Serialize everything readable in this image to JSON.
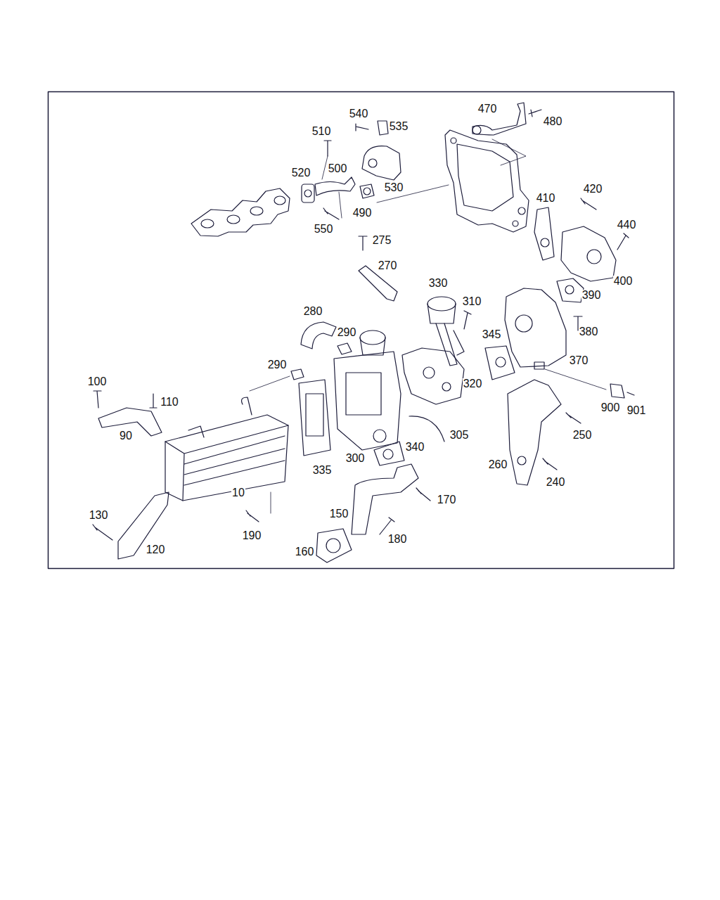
{
  "diagram": {
    "labels": [
      "470",
      "540",
      "535",
      "480",
      "510",
      "500",
      "520",
      "530",
      "410",
      "420",
      "490",
      "550",
      "440",
      "275",
      "270",
      "400",
      "330",
      "310",
      "390",
      "280",
      "290",
      "345",
      "380",
      "290",
      "370",
      "100",
      "320",
      "110",
      "335",
      "340",
      "305",
      "900",
      "901",
      "90",
      "250",
      "300",
      "260",
      "240",
      "10",
      "150",
      "170",
      "130",
      "190",
      "180",
      "120",
      "160"
    ]
  }
}
